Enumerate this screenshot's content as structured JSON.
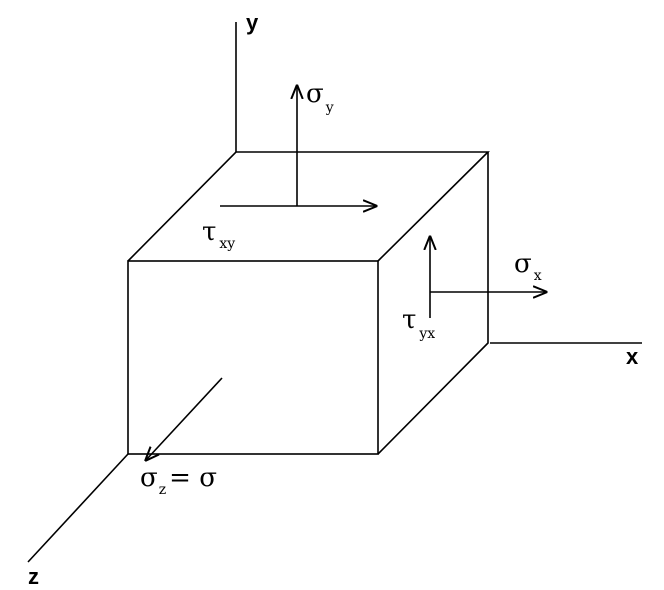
{
  "axes": {
    "x": "x",
    "y": "y",
    "z": "z"
  },
  "stresses": {
    "sigma_y": {
      "symbol": "σ",
      "sub": "y"
    },
    "sigma_x": {
      "symbol": "σ",
      "sub": "x"
    },
    "tau_xy": {
      "symbol": "τ",
      "sub": "xy"
    },
    "tau_yx": {
      "symbol": "τ",
      "sub": "yx"
    },
    "sigma_z": {
      "symbol": "σ",
      "sub": "z",
      "rhs": "= σ"
    }
  }
}
